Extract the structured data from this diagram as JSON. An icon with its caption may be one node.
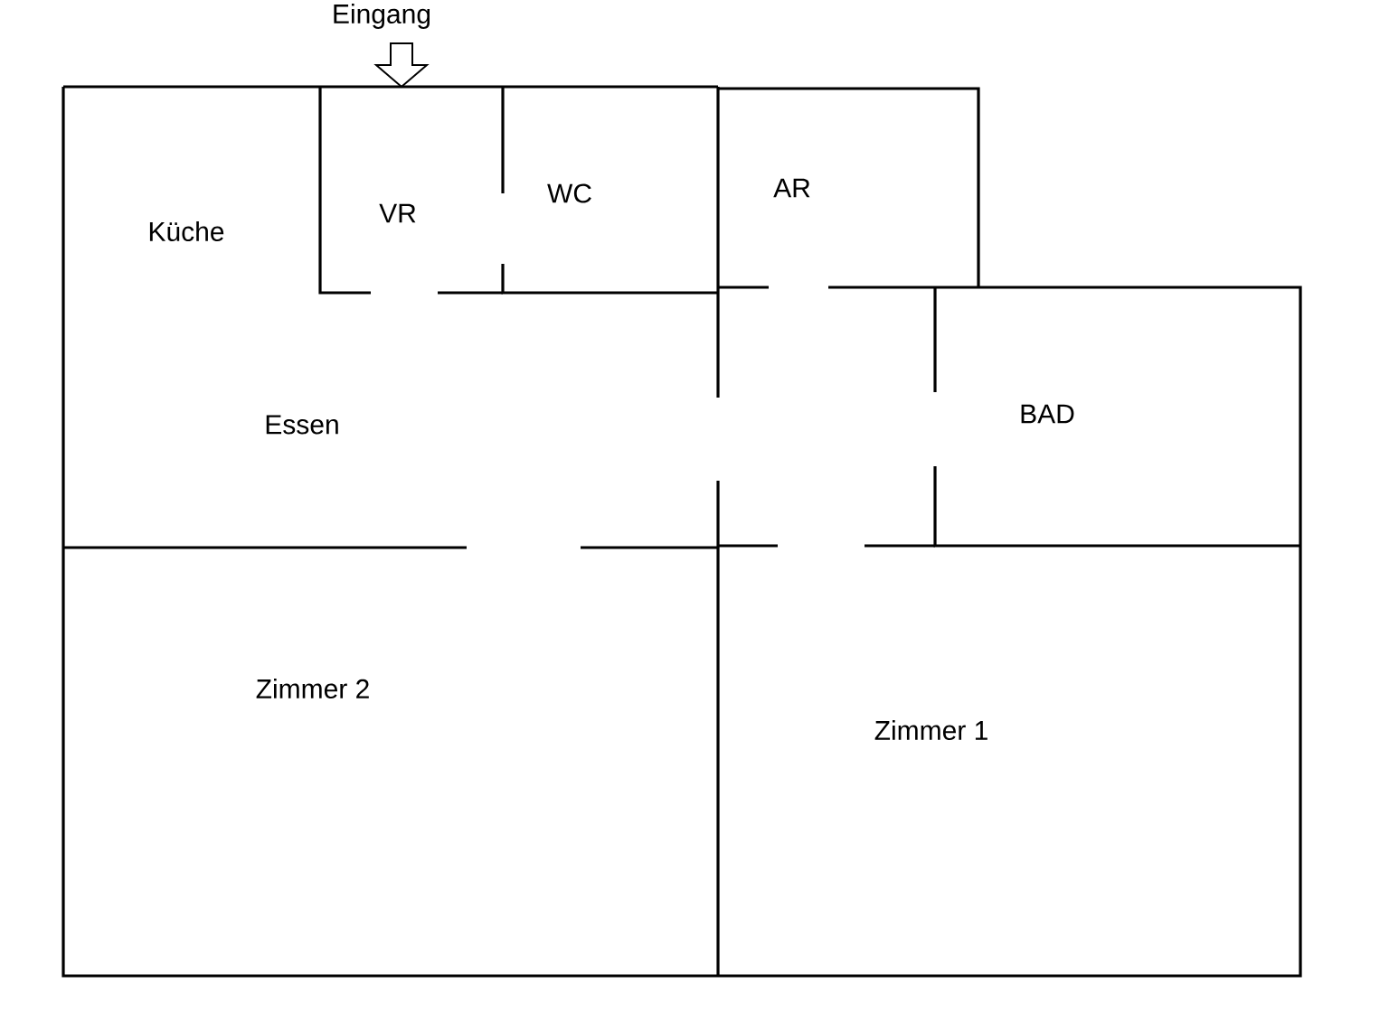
{
  "diagram": {
    "labels": [
      "Eingang",
      "Küche",
      "VR",
      "WC",
      "AR",
      "Essen",
      "BAD",
      "Zimmer 2",
      "Zimmer 1"
    ]
  }
}
